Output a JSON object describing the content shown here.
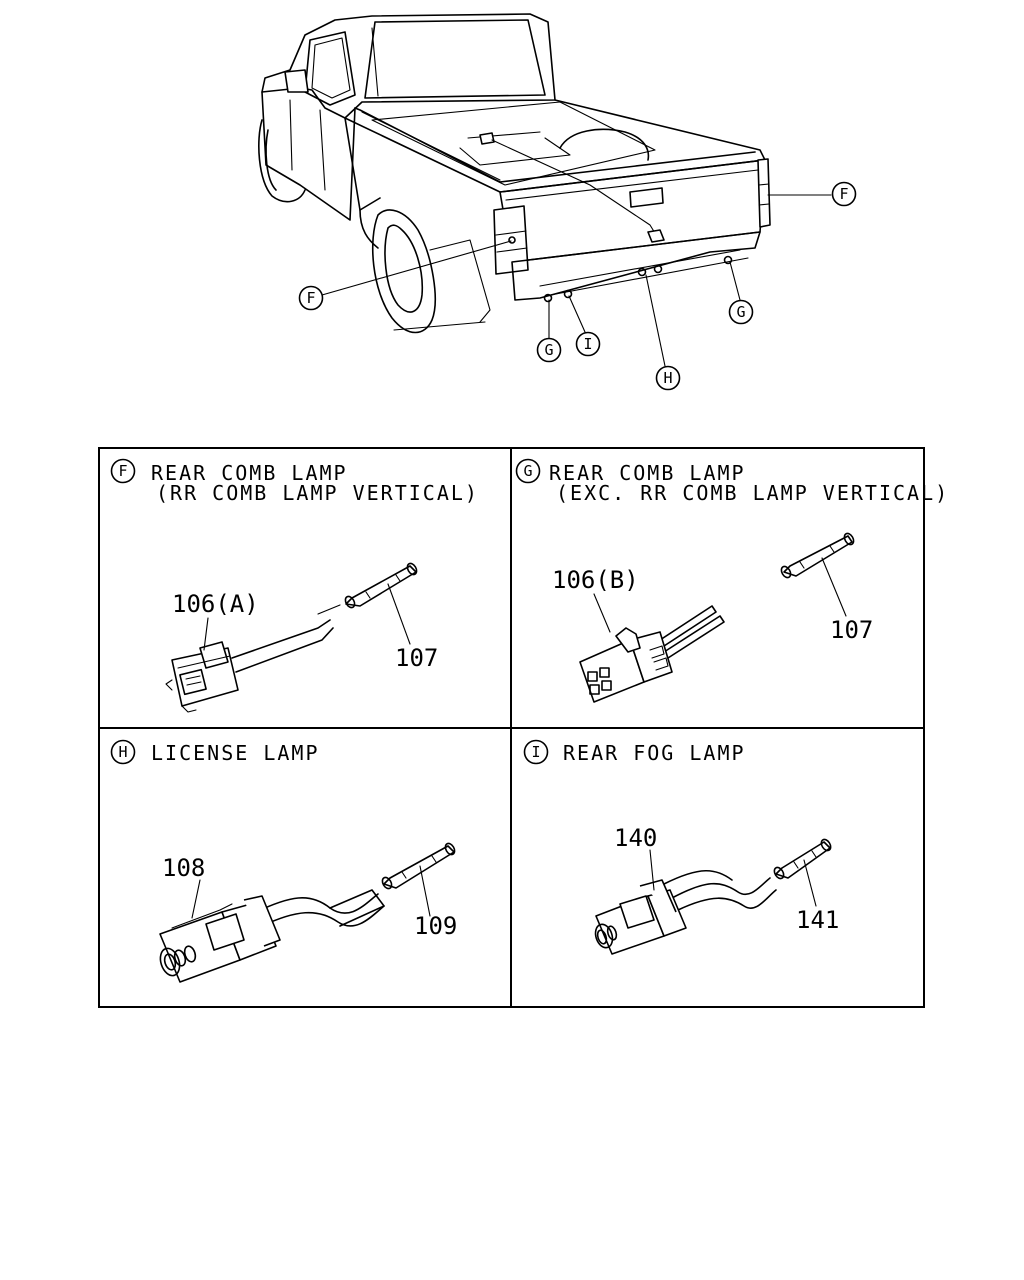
{
  "callouts": {
    "F": "F",
    "G": "G",
    "H": "H",
    "I": "I"
  },
  "panels": {
    "F": {
      "letter": "F",
      "title": "REAR COMB LAMP",
      "subtitle": "(RR COMB LAMP VERTICAL)",
      "part_connector": "106(A)",
      "part_terminal": "107"
    },
    "G": {
      "letter": "G",
      "title": "REAR COMB LAMP",
      "subtitle": "(EXC. RR COMB LAMP VERTICAL)",
      "part_connector": "106(B)",
      "part_terminal": "107"
    },
    "H": {
      "letter": "H",
      "title": "LICENSE LAMP",
      "part_connector": "108",
      "part_terminal": "109"
    },
    "I": {
      "letter": "I",
      "title": "REAR FOG LAMP",
      "part_connector": "140",
      "part_terminal": "141"
    }
  }
}
